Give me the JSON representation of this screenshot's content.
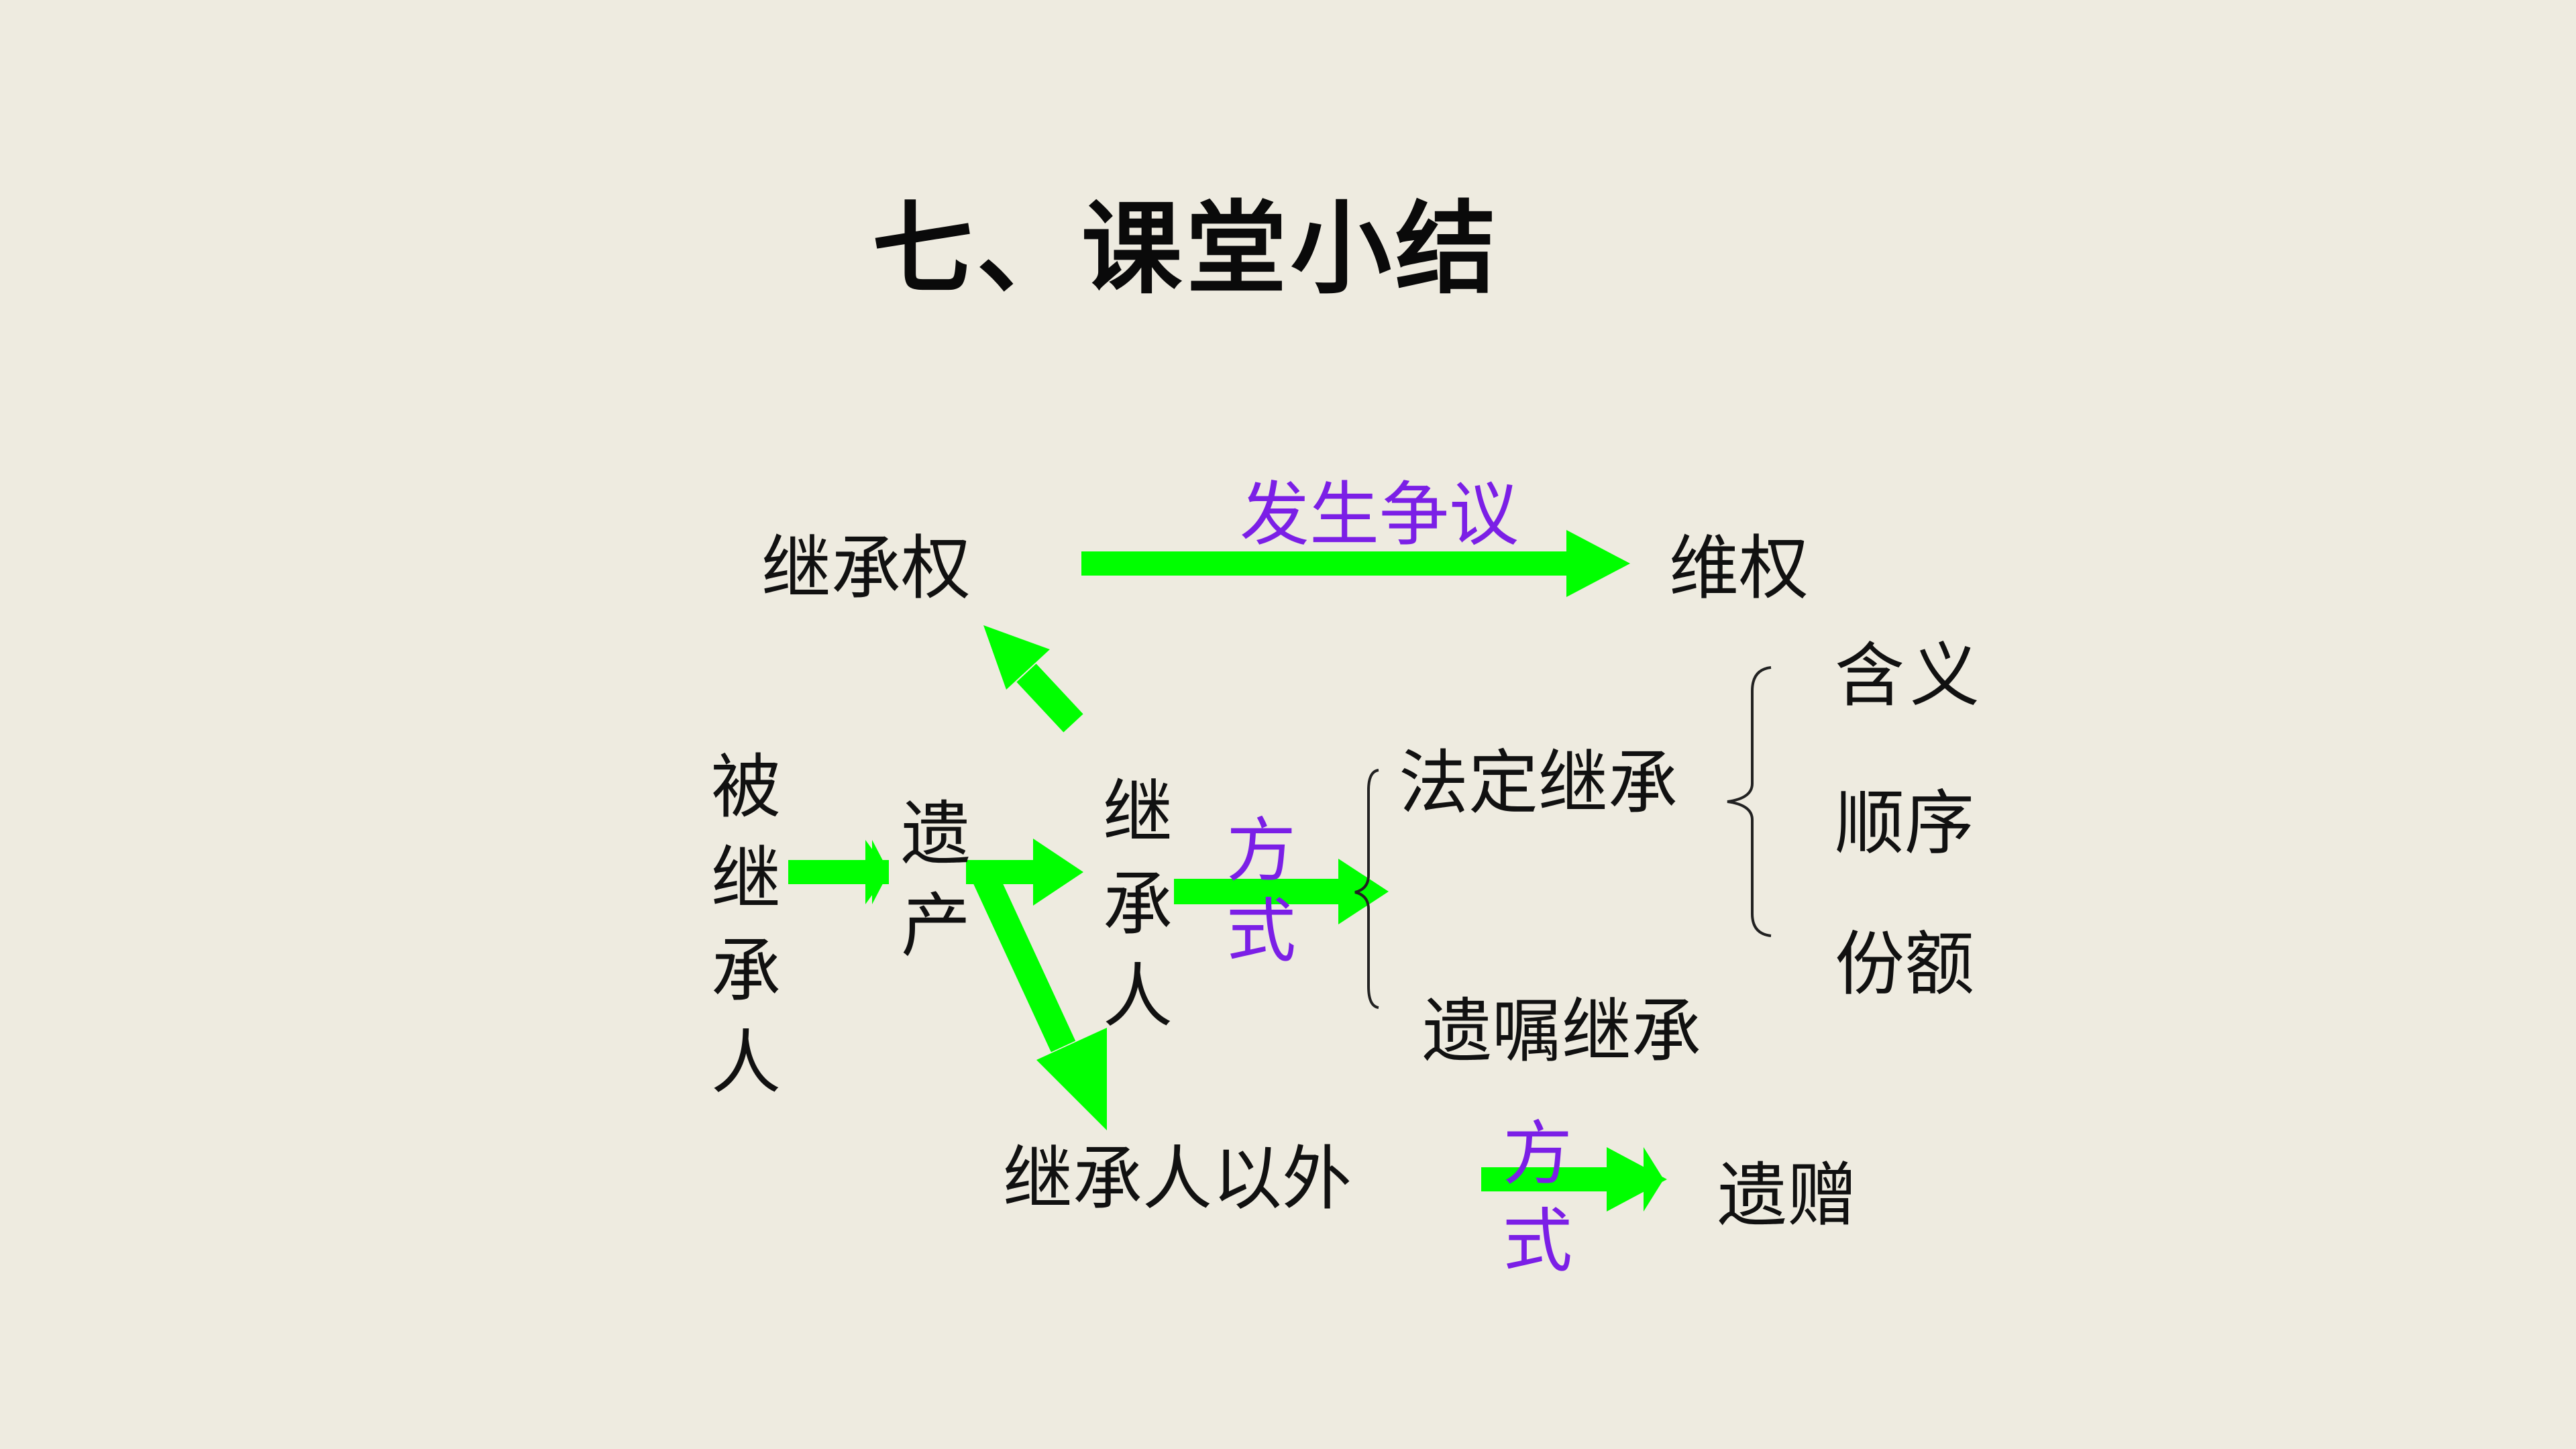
{
  "title": "七、课堂小结",
  "nodes": {
    "heir_right": "继承权",
    "dispute": "发生争议",
    "protect_rights": "维权",
    "decedent": "被继承人",
    "estate": "遗产",
    "heir": "继承人",
    "method_1": "方式",
    "statutory_succession": "法定继承",
    "testamentary_succession": "遗嘱继承",
    "meaning": "含义",
    "order": "顺序",
    "share": "份额",
    "non_heir": "继承人以外",
    "method_2": "方式",
    "bequest": "遗赠"
  },
  "colors": {
    "background": "#eeebe0",
    "arrow": "#00ff00",
    "accent_text": "#7b1fe6",
    "text": "#111111"
  }
}
